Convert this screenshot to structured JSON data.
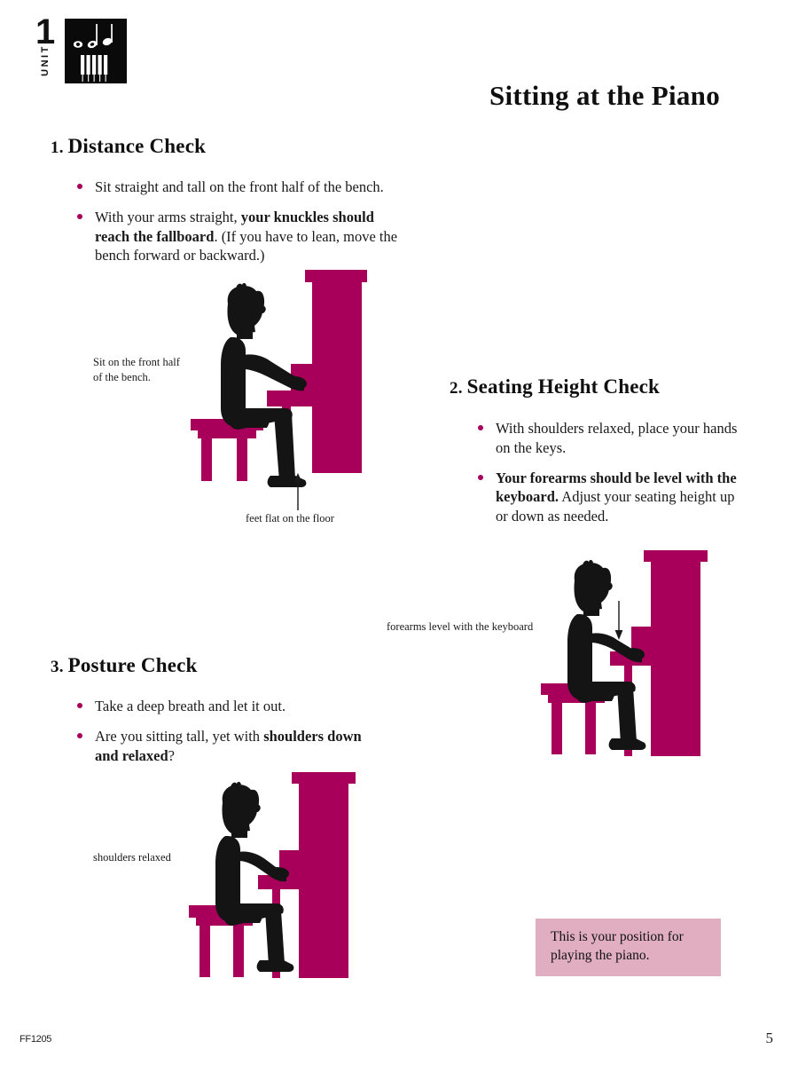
{
  "unit": {
    "number": "1",
    "word": "UNIT",
    "logo_icon": "music-notes-keyboard-icon"
  },
  "header": {
    "title": "Sitting at the Piano"
  },
  "sections": [
    {
      "number": "1.",
      "title": "Distance Check",
      "bullets": [
        {
          "text": "Sit straight and tall on the front half of the bench.",
          "bold_prefix": ""
        },
        {
          "bold_prefix": "your knuckles should reach the fallboard",
          "lead": "With your arms straight, ",
          "tail": ". (If you have to lean, move the bench forward or backward.)"
        }
      ]
    },
    {
      "number": "2.",
      "title": "Seating Height Check",
      "bullets": [
        {
          "text": "With shoulders relaxed, place your hands on the keys.",
          "bold_prefix": ""
        },
        {
          "bold_prefix": "Your forearms should be level with the keyboard.",
          "lead": "",
          "tail": " Adjust your seating height up or down as needed."
        }
      ]
    },
    {
      "number": "3.",
      "title": "Posture Check",
      "bullets": [
        {
          "text": "Take a deep breath and let it out.",
          "bold_prefix": ""
        },
        {
          "bold_prefix": "shoulders down and relaxed",
          "lead": "Are you sitting tall, yet with ",
          "tail": "?"
        }
      ]
    }
  ],
  "figures": {
    "figure_1": {
      "name": "distance-check-illustration",
      "caption_left": "Sit on the front half\nof the bench.",
      "caption_bottom": "feet flat on the floor",
      "arrow": "up-arrow"
    },
    "figure_2": {
      "name": "seating-height-illustration",
      "caption_left": "forearms level with the keyboard",
      "arrow": "down-arrow"
    },
    "figure_3": {
      "name": "posture-check-illustration",
      "caption_left": "shoulders relaxed",
      "arrow": "none"
    }
  },
  "callout": {
    "text": "This is your position for playing the piano."
  },
  "footer": {
    "code": "FF1205",
    "page_number": "5"
  },
  "colors": {
    "magenta": "#a8005a",
    "pink": "#e0aec0",
    "silhouette": "#141414",
    "text": "#1a1a1a"
  }
}
